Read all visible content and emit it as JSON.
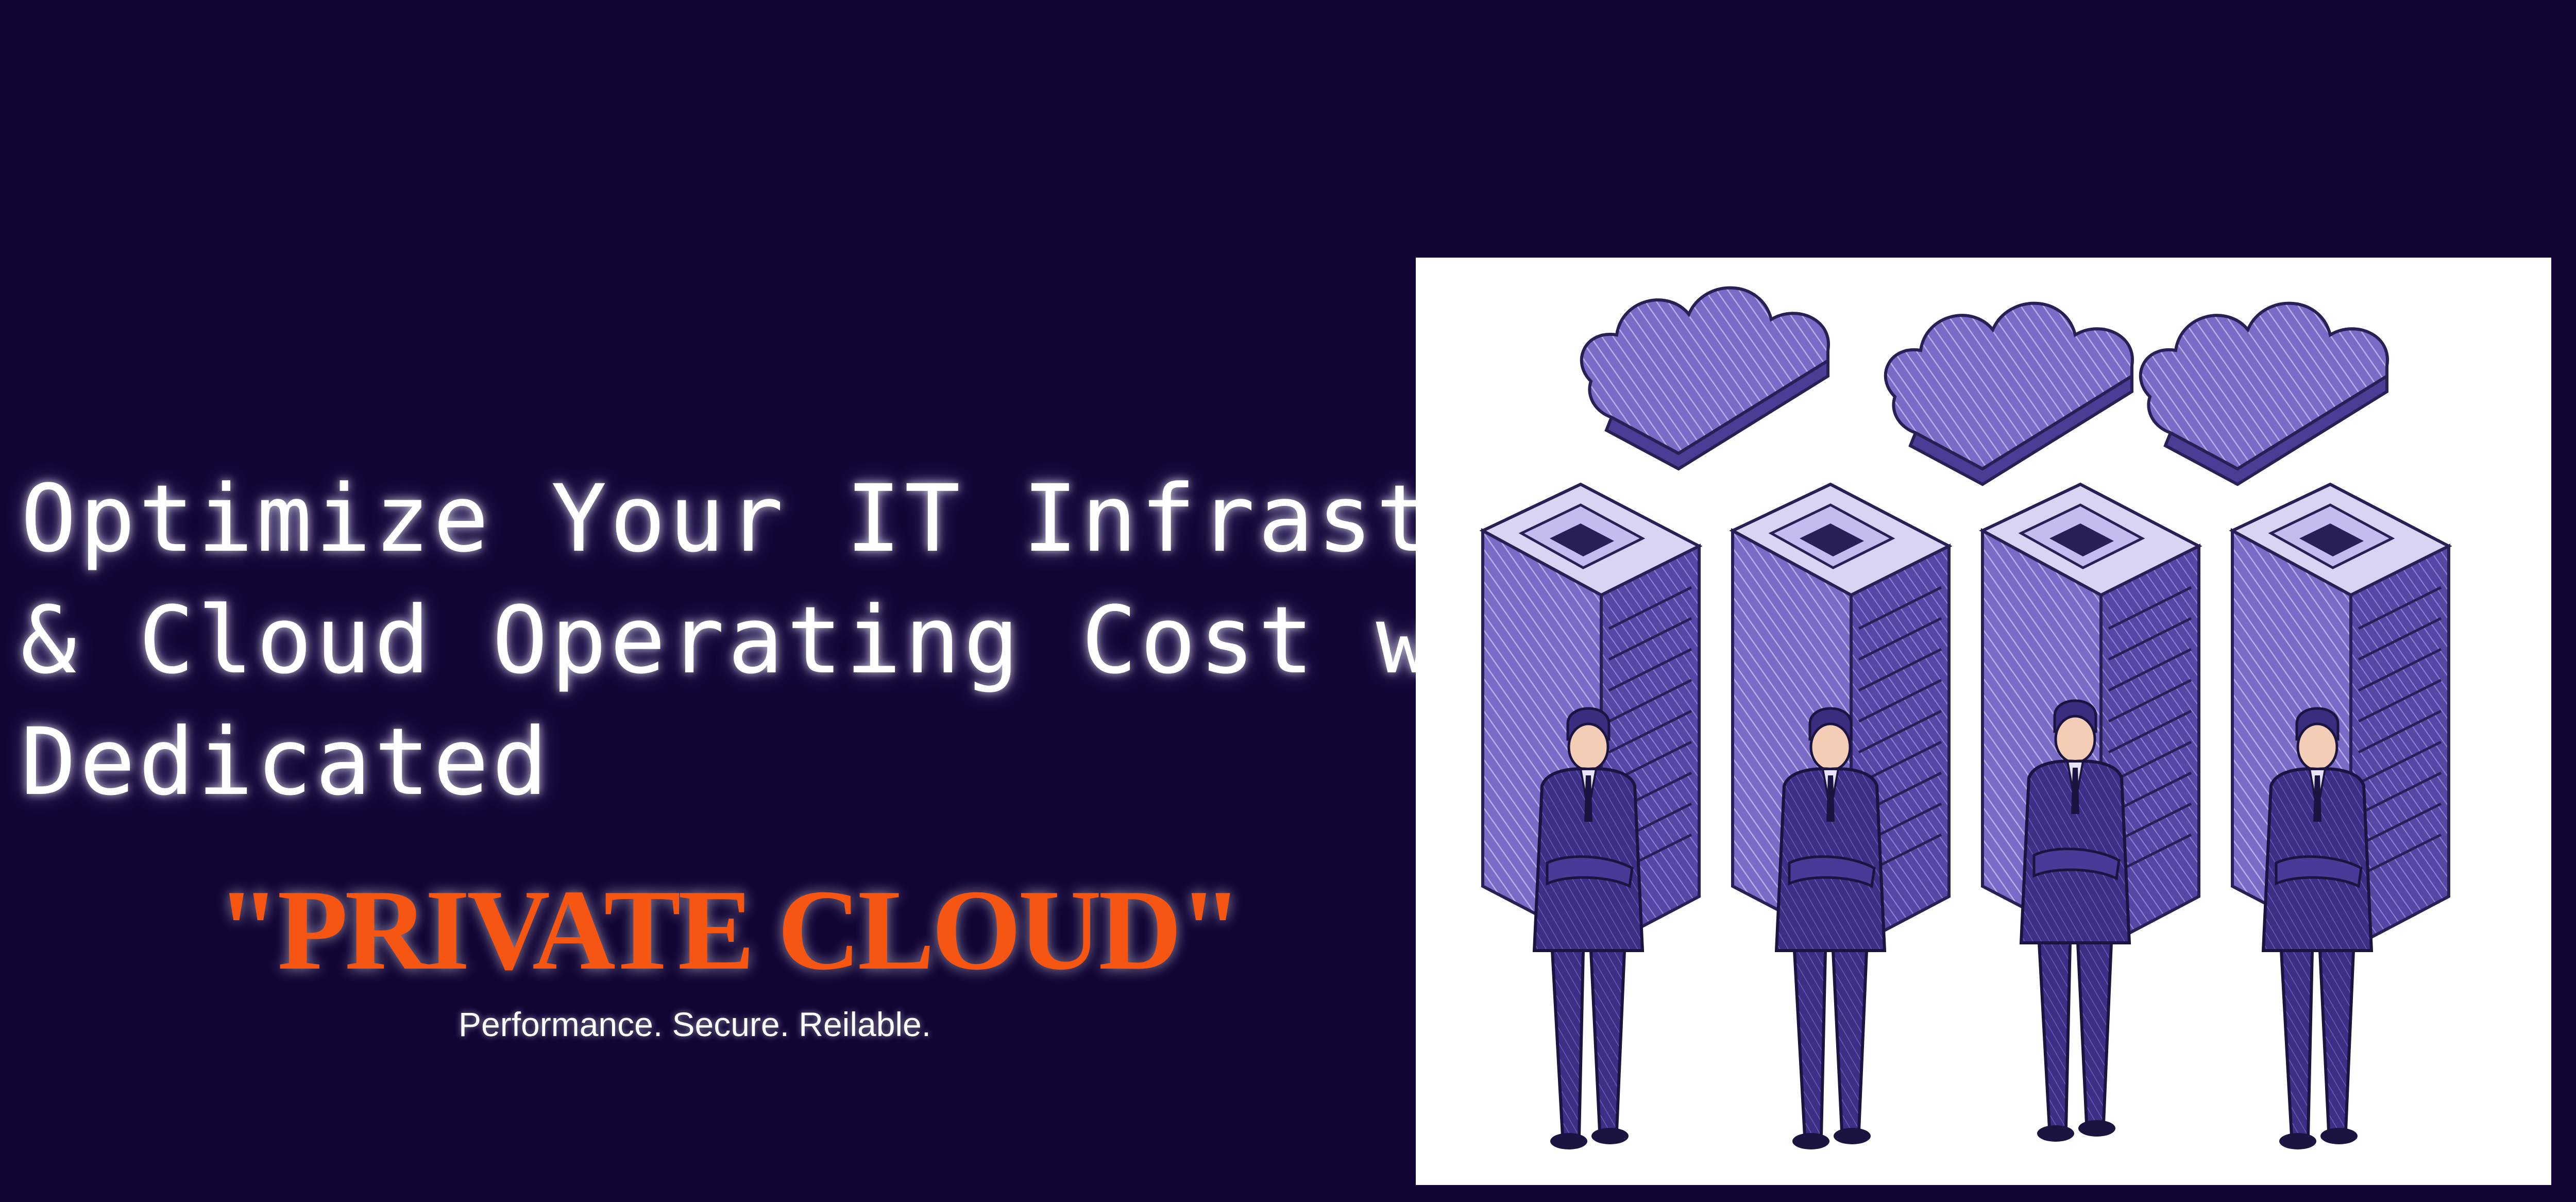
{
  "headline": {
    "line1": "Optimize Your IT Infrastructure",
    "line2": "& Cloud Operating Cost with",
    "line3": "Dedicated"
  },
  "product_name": "\"PRIVATE CLOUD\"",
  "tagline": "Performance. Secure. Reilable.",
  "colors": {
    "background": "#120536",
    "accent_orange": "#f65611",
    "illustration_purple": "#6a5bb8"
  },
  "illustration": {
    "icons": [
      "cloud-icon",
      "server-rack-icon",
      "businessman-icon"
    ],
    "cloud_count": 3,
    "server_count": 4,
    "person_count": 4
  }
}
